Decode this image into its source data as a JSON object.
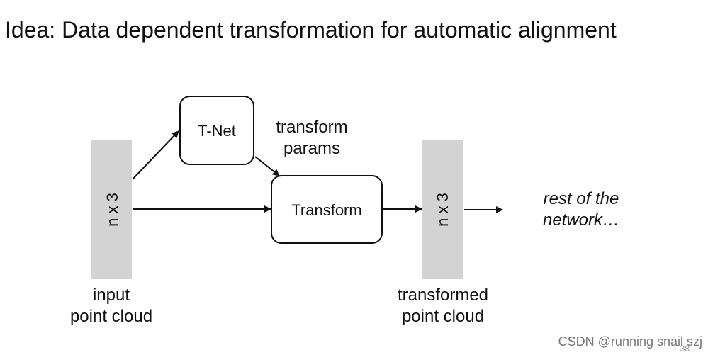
{
  "title": "Idea: Data dependent transformation for automatic alignment",
  "diagram": {
    "input_block_text": "n x 3",
    "output_block_text": "n x 3",
    "tnet_label": "T-Net",
    "transform_label": "Transform",
    "transform_params_label": [
      "transform",
      "params"
    ],
    "input_caption": [
      "input",
      "point cloud"
    ],
    "output_caption": [
      "transformed",
      "point cloud"
    ],
    "rest_label": [
      "rest of the",
      "network…"
    ],
    "colors": {
      "block_fill": "#d3d3d3",
      "box_stroke": "#111111",
      "arrow": "#111111"
    }
  },
  "watermark": "CSDN @running snail szj",
  "page_number": "38"
}
